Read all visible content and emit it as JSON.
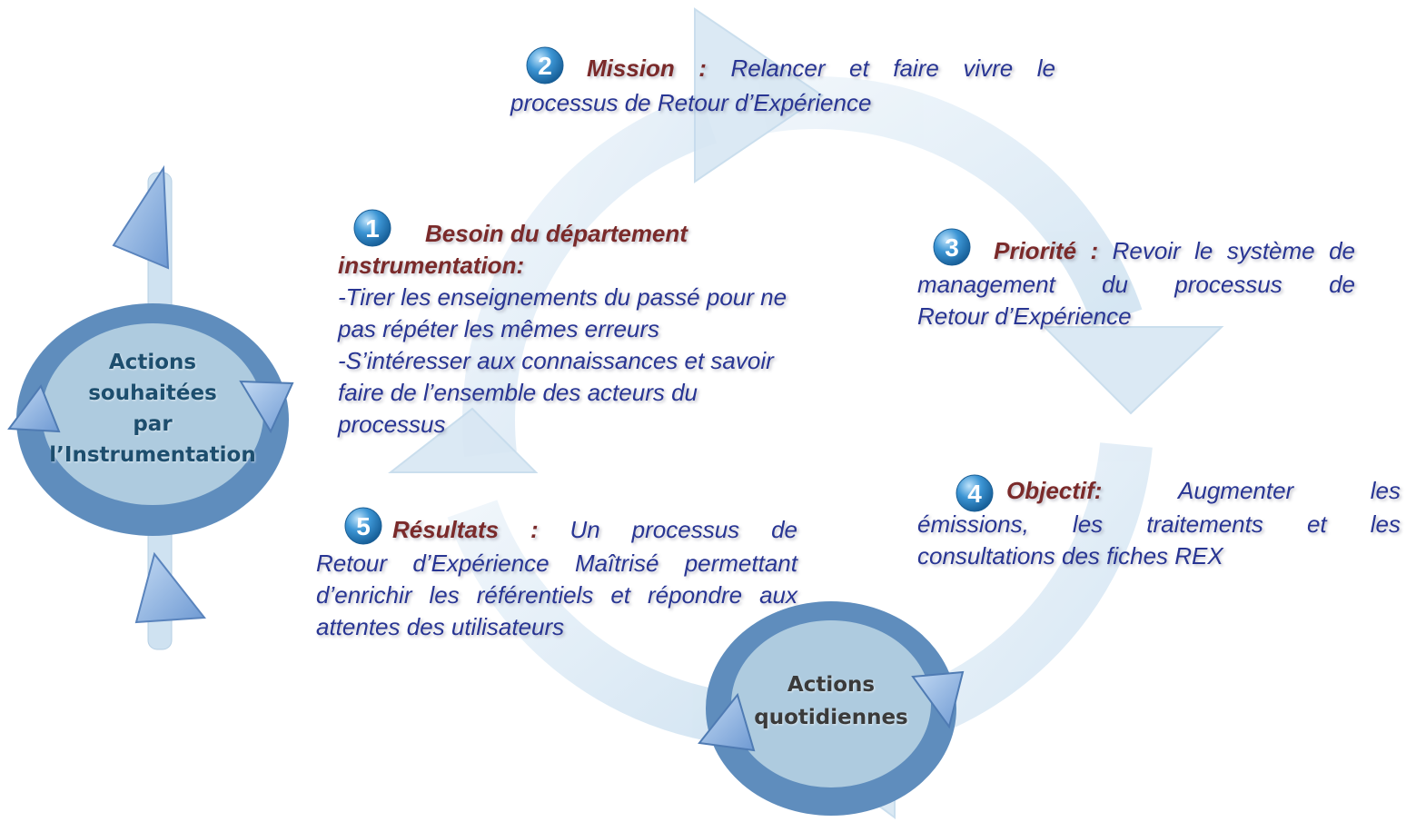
{
  "hubs": {
    "left": {
      "lines": [
        "Actions",
        "souhaitées",
        "par",
        "l’Instrumentation"
      ]
    },
    "bottom": {
      "lines": [
        "Actions",
        "quotidiennes"
      ]
    }
  },
  "steps": [
    {
      "number": "1",
      "title": "Besoin du département",
      "lines": [
        "instrumentation:",
        "-Tirer les enseignements du passé pour ne",
        "pas répéter les mêmes erreurs",
        "-S’intéresser aux connaissances et savoir",
        "faire de l’ensemble des acteurs du",
        "processus"
      ]
    },
    {
      "number": "2",
      "title": "Mission :",
      "first_line": "Relancer et faire vivre le",
      "lines": [
        "processus de Retour d’Expérience"
      ]
    },
    {
      "number": "3",
      "title": "Priorité :",
      "first_line": "Revoir le système de",
      "lines": [
        "management du processus de",
        "Retour d’Expérience"
      ]
    },
    {
      "number": "4",
      "title": "Objectif:",
      "first_line": "Augmenter les",
      "lines": [
        "émissions, les traitements et les",
        "consultations des fiches REX"
      ]
    },
    {
      "number": "5",
      "title": "Résultats :",
      "first_line": "Un processus de",
      "lines": [
        "Retour d’Expérience Maîtrisé permettant",
        "d’enrichir les référentiels et répondre aux",
        "attentes des utilisateurs"
      ]
    }
  ],
  "colors": {
    "title": "#7a2a2a",
    "body_text": "#283593",
    "hub_ring": "#5b86b8",
    "hub_inner": "#a9cbe0",
    "badge": "#2f86c8",
    "arrow_fill": "#dbe9f4"
  }
}
